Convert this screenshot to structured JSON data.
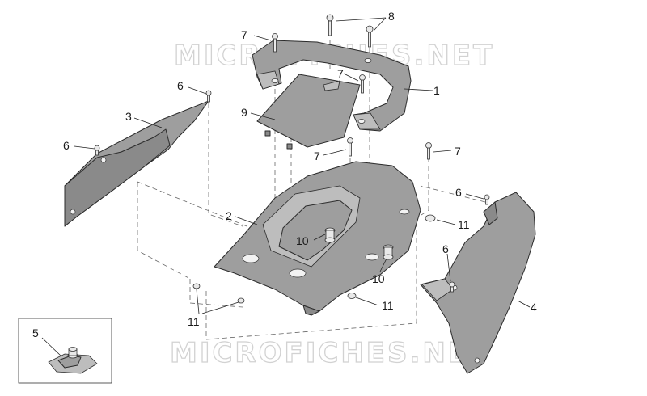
{
  "watermark": {
    "text": "MICROFICHES.NET"
  },
  "callouts": {
    "part_1": "1",
    "part_2": "2",
    "part_3": "3",
    "part_4": "4",
    "part_5": "5",
    "part_6a": "6",
    "part_6b": "6",
    "part_6c": "6",
    "part_6d": "6",
    "part_7a": "7",
    "part_7b": "7",
    "part_7c": "7",
    "part_7d": "7",
    "part_8": "8",
    "part_9": "9",
    "part_10a": "10",
    "part_10b": "10",
    "part_11a": "11",
    "part_11b": "11",
    "part_11c": "11"
  }
}
